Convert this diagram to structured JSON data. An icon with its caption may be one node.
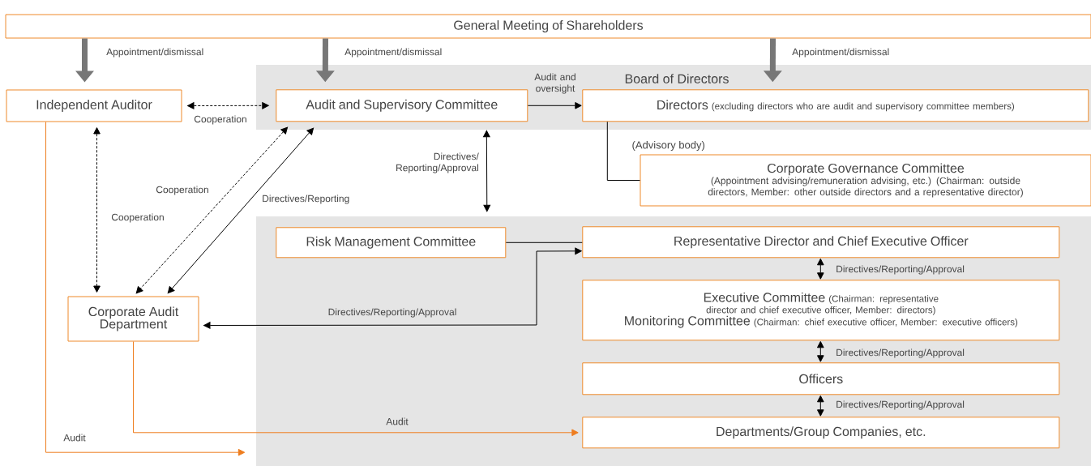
{
  "diagram": {
    "nodes": [
      {
        "text": [
          "General Meeting of Shareholders"
        ]
      },
      {
        "text": [
          "Board of Directors"
        ]
      },
      {
        "text": [
          "Independent Auditor"
        ]
      },
      {
        "text": [
          "Audit and Supervisory Committee"
        ],
        "in": 1
      },
      {
        "text": [
          "Directors",
          "(excluding directors who are audit and supervisory committee members)"
        ],
        "in": 1
      },
      {
        "text": [
          "Corporate Governance Committee",
          "(Appointment advising/remuneration advising, etc.)  (Chairman: outside directors, Member: other outside directors and a representative director)"
        ],
        "beside": [
          "(Advisory body)"
        ]
      },
      {
        "text": [],
        "shape": "box"
      },
      {
        "text": [
          "Risk Management Committee"
        ],
        "in": 6
      },
      {
        "text": [
          "Representative Director and Chief Executive Officer"
        ],
        "in": 6
      },
      {
        "text": [
          "Executive Committee",
          "(Chairman: representative director and chief executive officer, Member: directors)",
          "Monitoring Committee",
          "(Chairman: chief executive officer, Member: executive officers)"
        ],
        "in": 6
      },
      {
        "text": [
          "Officers"
        ],
        "in": 6
      },
      {
        "text": [
          "Departments/Group Companies, etc."
        ],
        "in": 6
      },
      {
        "text": [
          "Corporate Audit Department"
        ]
      }
    ],
    "edges": [
      {
        "from": 0,
        "to": 2,
        "arrow": "to",
        "label": "Appointment/dismissal",
        "style": "thick",
        "color": "#777777"
      },
      {
        "from": 0,
        "to": 3,
        "arrow": "to",
        "label": "Appointment/dismissal",
        "style": "thick",
        "color": "#777777"
      },
      {
        "from": 0,
        "to": 4,
        "arrow": "to",
        "label": "Appointment/dismissal",
        "style": "thick",
        "color": "#777777"
      },
      {
        "from": 2,
        "to": 3,
        "arrow": "both",
        "label": "Cooperation",
        "style": "dashed"
      },
      {
        "from": 3,
        "to": 4,
        "arrow": "to",
        "label": "Audit and oversight"
      },
      {
        "from": 2,
        "to": 12,
        "arrow": "both",
        "label": "Cooperation",
        "style": "dashed"
      },
      {
        "from": 3,
        "to": 12,
        "arrow": "both",
        "label": "Cooperation",
        "style": "dashed"
      },
      {
        "from": 3,
        "to": 12,
        "arrow": "both",
        "label": "Directives/Reporting"
      },
      {
        "from": 3,
        "to": 6,
        "arrow": "both",
        "label": "Directives/ Reporting/Approval"
      },
      {
        "from": 4,
        "to": 5,
        "arrow": "none"
      },
      {
        "from": 7,
        "to": 8,
        "arrow": "none"
      },
      {
        "from": 8,
        "to": 12,
        "arrow": "both",
        "label": "Directives/Reporting/Approval"
      },
      {
        "from": 8,
        "to": 9,
        "arrow": "both",
        "label": "Directives/Reporting/Approval"
      },
      {
        "from": 9,
        "to": 10,
        "arrow": "both",
        "label": "Directives/Reporting/Approval"
      },
      {
        "from": 10,
        "to": 11,
        "arrow": "both",
        "label": "Directives/Reporting/Approval"
      },
      {
        "from": 12,
        "to": 11,
        "arrow": "to",
        "label": "Audit",
        "color": "#ee7d1f"
      },
      {
        "from": 2,
        "to": 6,
        "arrow": "to",
        "label": "Audit",
        "color": "#ee7d1f"
      }
    ]
  }
}
